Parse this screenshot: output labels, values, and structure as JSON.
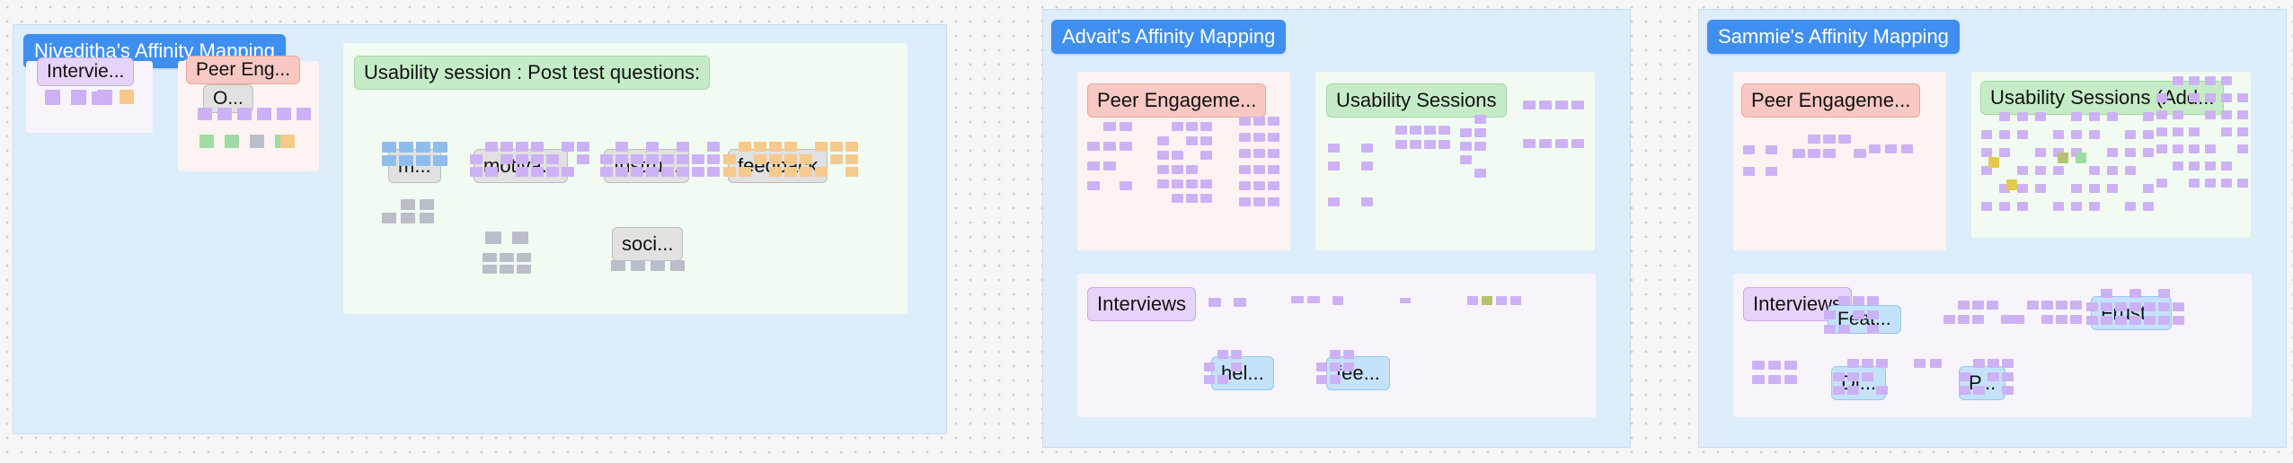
{
  "frames": [
    {
      "title": "Niveditha's Affinity Mapping",
      "sections": {
        "interviews": "Intervie...",
        "peer": "Peer Eng...",
        "peer_cluster": "O...",
        "usability": "Usability session : Post test questions:"
      },
      "clusters": [
        "m...",
        "motiva...",
        "Instru...",
        "feedback",
        "soci..."
      ]
    },
    {
      "title": "Advait's Affinity Mapping",
      "sections": {
        "peer": "Peer Engageme...",
        "usability": "Usability Sessions",
        "interviews": "Interviews"
      },
      "clusters": [
        "hel...",
        "fee..."
      ]
    },
    {
      "title": "Sammie's Affinity Mapping",
      "sections": {
        "peer": "Peer Engageme...",
        "usability": "Usability Sessions (Add...",
        "interviews": "Interviews"
      },
      "clusters": [
        "Feat...",
        "Frust...",
        "Di...",
        "P..."
      ]
    }
  ],
  "colors": {
    "frame_bg": "#deedfc",
    "frame_title_bg": "#3f8ff0",
    "sticky_purple": "#cdb1f5",
    "sticky_orange": "#f7c98c",
    "sticky_green": "#9fdba3",
    "sticky_blue": "#8fbdeb",
    "sticky_gray": "#b9bec8",
    "sticky_yellow": "#e6c84e",
    "sticky_olive": "#b7c270"
  }
}
